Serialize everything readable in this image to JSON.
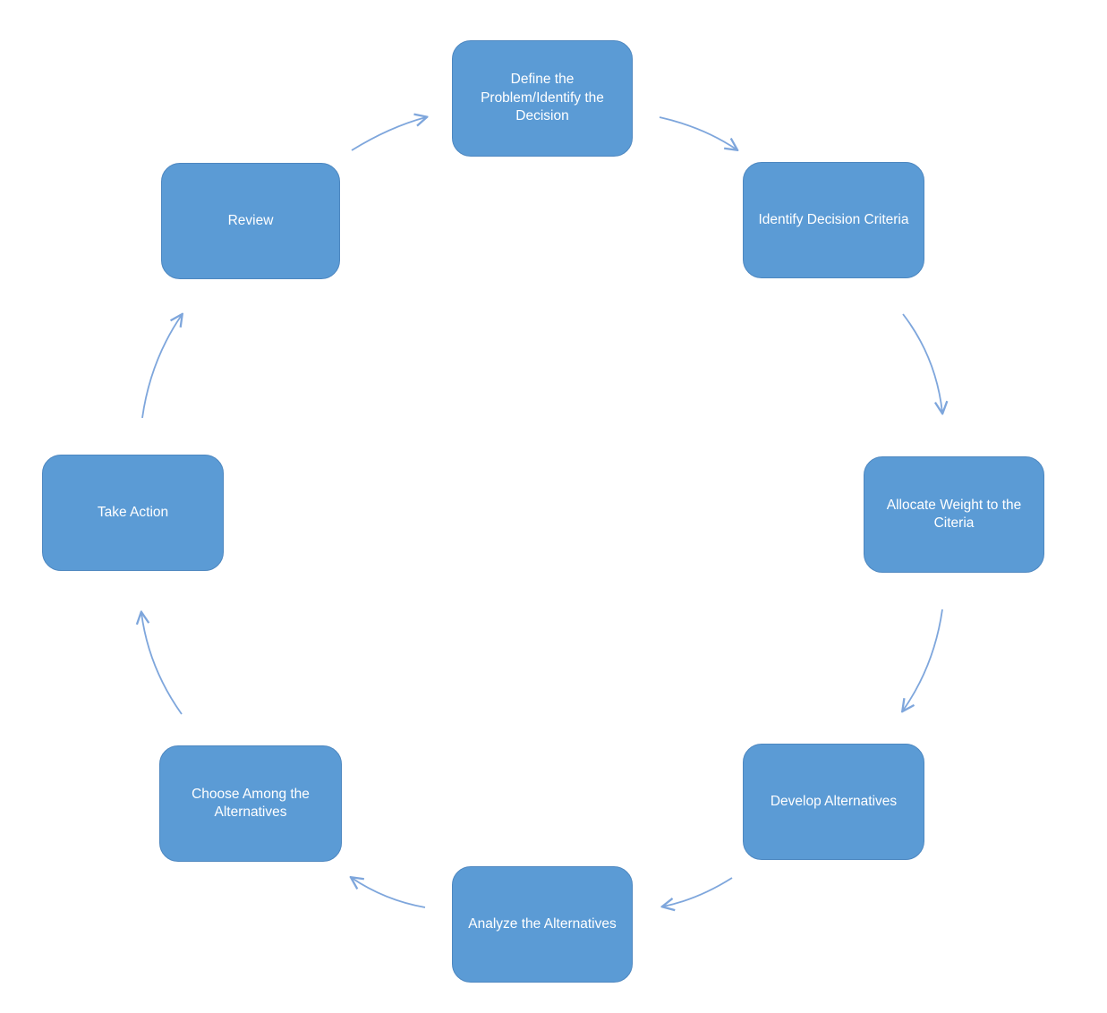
{
  "diagram": {
    "type": "cycle",
    "colors": {
      "node_fill": "#5B9BD5",
      "node_border": "#4D87C0",
      "node_text": "#FFFFFF",
      "arrow": "#7EA6DC",
      "background": "#FFFFFF"
    },
    "nodes": [
      {
        "id": "define-problem",
        "label": "Define the Problem/Identify the Decision"
      },
      {
        "id": "identify-criteria",
        "label": "Identify Decision Criteria"
      },
      {
        "id": "allocate-weight",
        "label": "Allocate Weight to the Citeria"
      },
      {
        "id": "develop-alternatives",
        "label": "Develop Alternatives"
      },
      {
        "id": "analyze-alternatives",
        "label": "Analyze the Alternatives"
      },
      {
        "id": "choose-alternatives",
        "label": "Choose Among the Alternatives"
      },
      {
        "id": "take-action",
        "label": "Take Action"
      },
      {
        "id": "review",
        "label": "Review"
      }
    ],
    "connections": [
      {
        "from": "define-problem",
        "to": "identify-criteria"
      },
      {
        "from": "identify-criteria",
        "to": "allocate-weight"
      },
      {
        "from": "allocate-weight",
        "to": "develop-alternatives"
      },
      {
        "from": "develop-alternatives",
        "to": "analyze-alternatives"
      },
      {
        "from": "analyze-alternatives",
        "to": "choose-alternatives"
      },
      {
        "from": "choose-alternatives",
        "to": "take-action"
      },
      {
        "from": "take-action",
        "to": "review"
      },
      {
        "from": "review",
        "to": "define-problem"
      }
    ]
  }
}
